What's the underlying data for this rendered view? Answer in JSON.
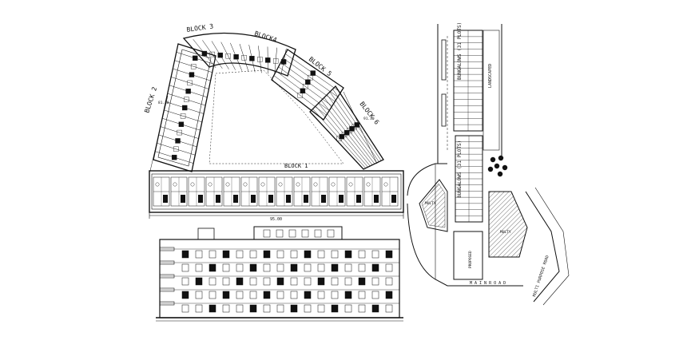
{
  "site_plan": {
    "block_labels": {
      "block1": "BLOCK 1",
      "block2": "BLOCK 2",
      "block3": "BLOCK 3",
      "block4": "BLOCK4",
      "block5": "BLOCK 5",
      "block6": "BLOCK 6"
    },
    "dimensions": {
      "overall_width": "95.00",
      "left_wing": "81.30",
      "right_wing": "91.30"
    }
  },
  "location_plan": {
    "labels": {
      "top_plot": "BUNGALOWS (31 PLOTS)",
      "mid_plot": "BUNGALOWS (31 PLOTS)",
      "left_plot": "MULTY",
      "right_plot": "MULTY",
      "proposed": "PROPOSED",
      "road_left": "M A I N  R O A D",
      "road_right": "MULTI PURPOSE ROAD",
      "top_right": "LANDSCAPED"
    }
  },
  "colors": {
    "ink": "#111111",
    "background": "#ffffff"
  }
}
